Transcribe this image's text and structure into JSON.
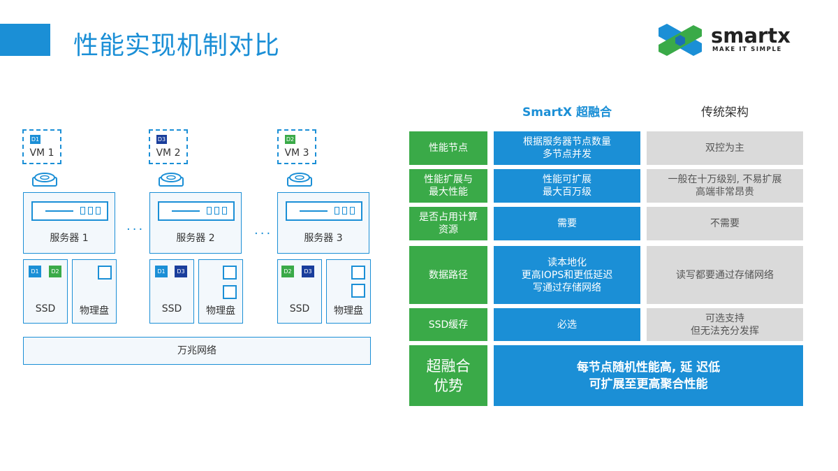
{
  "header": {
    "title": "性能实现机制对比"
  },
  "logo": {
    "word": "smartx",
    "tagline": "MAKE IT SIMPLE"
  },
  "diagram": {
    "vms": [
      {
        "tag": "D1",
        "tag_color": "#1b8fd6",
        "label": "VM 1"
      },
      {
        "tag": "D3",
        "tag_color": "#1a3e9c",
        "label": "VM 2"
      },
      {
        "tag": "D2",
        "tag_color": "#3aaa48",
        "label": "VM 3"
      }
    ],
    "servers": [
      "服务器 1",
      "服务器 2",
      "服务器 3"
    ],
    "ssd_label": "SSD",
    "disk_label": "物理盘",
    "ssd_tags": [
      [
        "D1",
        "D2"
      ],
      [
        "D1",
        "D3"
      ],
      [
        "D2",
        "D3"
      ]
    ],
    "tag_colors": {
      "D1": "#1b8fd6",
      "D2": "#3aaa48",
      "D3": "#1a3e9c"
    },
    "dots": "···",
    "network": "万兆网络"
  },
  "table": {
    "col_smartx": "SmartX 超融合",
    "col_traditional": "传统架构",
    "rows": [
      {
        "label": "性能节点",
        "smartx": "根据服务器节点数量\n多节点并发",
        "traditional": "双控为主"
      },
      {
        "label": "性能扩展与\n最大性能",
        "smartx": "性能可扩展\n最大百万级",
        "traditional": "一般在十万级别, 不易扩展\n高端非常昂贵"
      },
      {
        "label": "是否占用计算\n资源",
        "smartx": "需要",
        "traditional": "不需要"
      },
      {
        "label": "数据路径",
        "smartx": "读本地化\n更高IOPS和更低延迟\n写通过存储网络",
        "traditional": "读写都要通过存储网络"
      },
      {
        "label": "SSD缓存",
        "smartx": "必选",
        "traditional": "可选支持\n但无法充分发挥"
      }
    ],
    "advantage_label": "超融合\n优势",
    "advantage_text": "每节点随机性能高, 延 迟低\n可扩展至更高聚合性能"
  },
  "colors": {
    "blue": "#1b8fd6",
    "green": "#3aaa48",
    "gray": "#dadada",
    "navy": "#1a3e9c"
  }
}
